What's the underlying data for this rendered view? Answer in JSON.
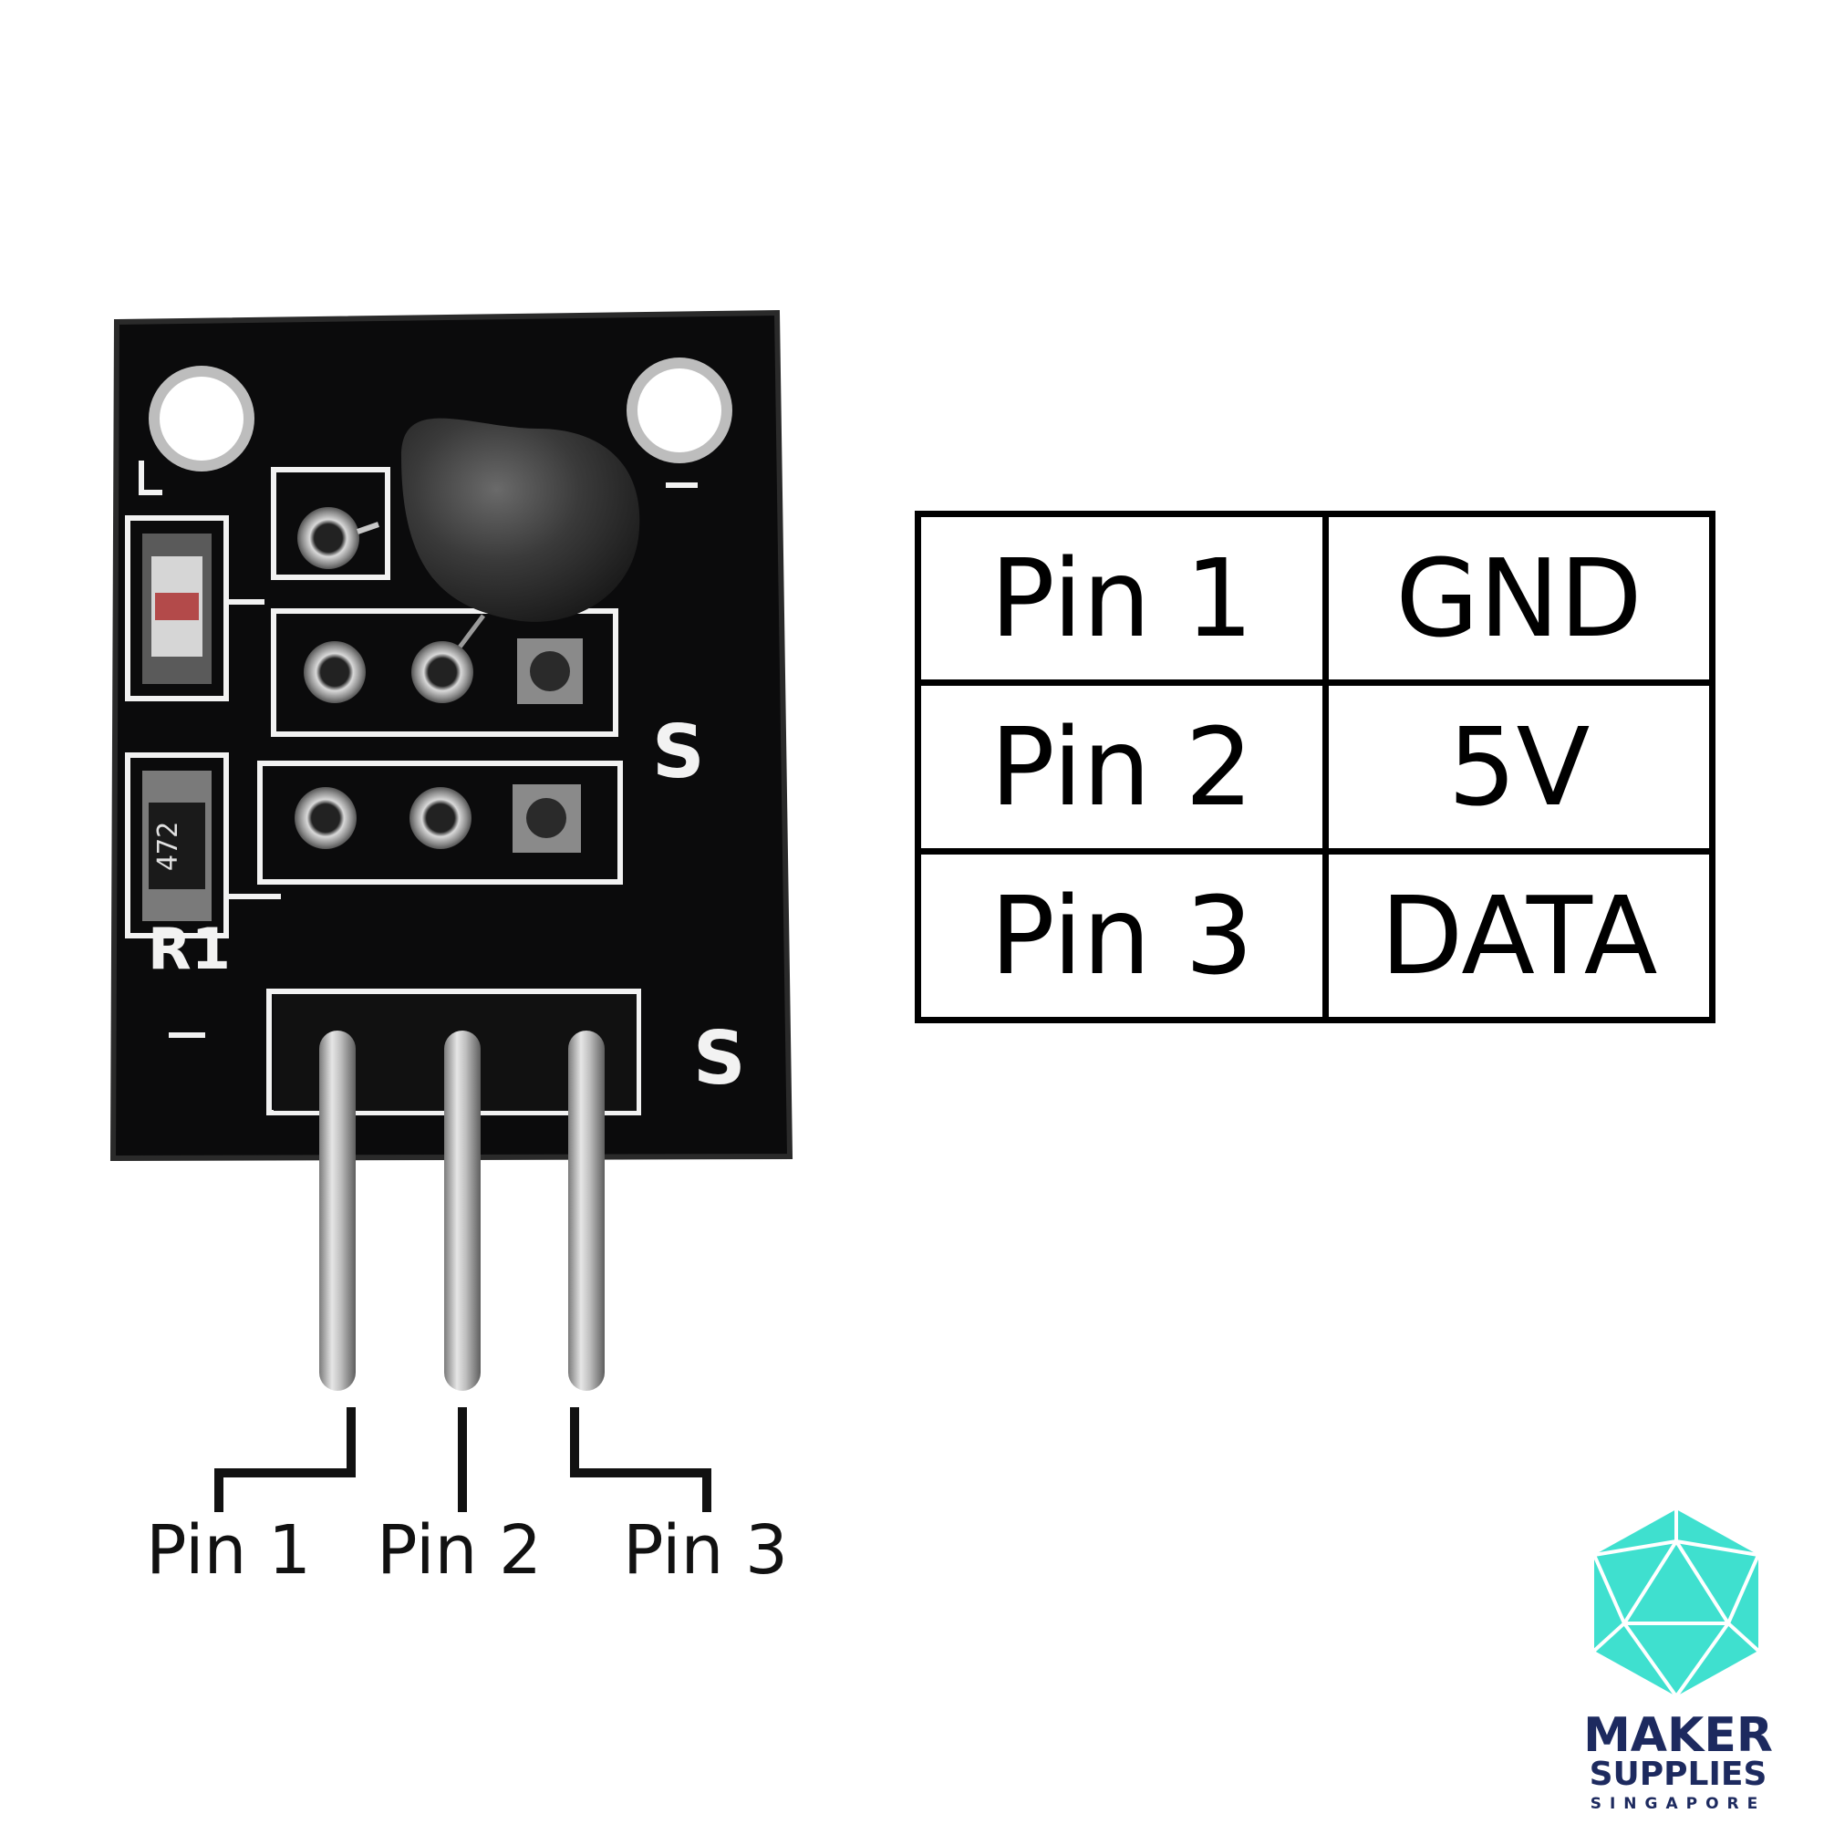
{
  "board": {
    "silkscreen_s_upper": "S",
    "silkscreen_s_lower": "S",
    "silkscreen_minus": "-",
    "resistor_code": "472",
    "resistor_label": "R1"
  },
  "pin_table": {
    "rows": [
      {
        "pin": "Pin 1",
        "function": "GND"
      },
      {
        "pin": "Pin 2",
        "function": "5V"
      },
      {
        "pin": "Pin 3",
        "function": "DATA"
      }
    ]
  },
  "pin_labels": [
    "Pin 1",
    "Pin 2",
    "Pin 3"
  ],
  "logo": {
    "line1": "MAKER",
    "line2": "SUPPLIES",
    "line3": "SINGAPORE",
    "accent_color": "#3fe0cf",
    "text_color": "#1d2a5f"
  }
}
